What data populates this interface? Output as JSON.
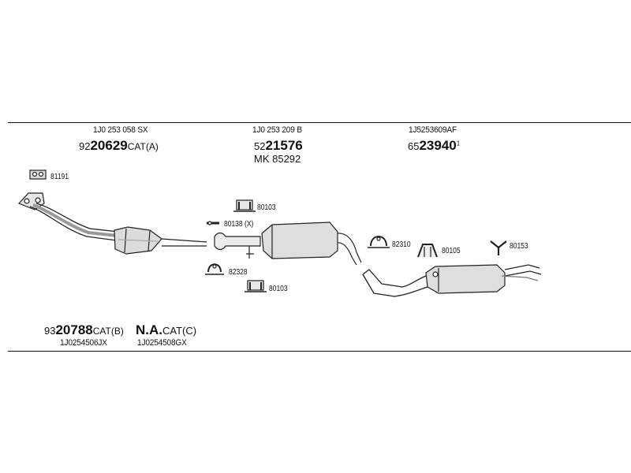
{
  "top_parts": [
    {
      "oe": "1J0 253 058 SX",
      "prefix": "92",
      "number": "20629",
      "suffix": "CAT(A)",
      "extra": ""
    },
    {
      "oe": "1J0 253 209 B",
      "prefix": "52",
      "number": "21576",
      "suffix": "",
      "extra": "MK  85292"
    },
    {
      "oe": "1J5253609AF",
      "prefix": "65",
      "number": "23940",
      "suffix": "",
      "sup": "1",
      "extra": ""
    }
  ],
  "labels": {
    "gasket": "81191",
    "hanger_top": "80103",
    "clamp_x": "80138 (X)",
    "clamp_left": "82328",
    "hanger_bottom": "80103",
    "clamp_right": "82310",
    "bracket": "80105",
    "tail": "80153"
  },
  "bottom_parts": {
    "cat_b": {
      "prefix": "93",
      "number": "20788",
      "suffix": "CAT(B)",
      "oe": "1J0254506JX"
    },
    "cat_c": {
      "number": "N.A.",
      "suffix": "CAT(C)",
      "oe": "1J0254508GX"
    }
  }
}
